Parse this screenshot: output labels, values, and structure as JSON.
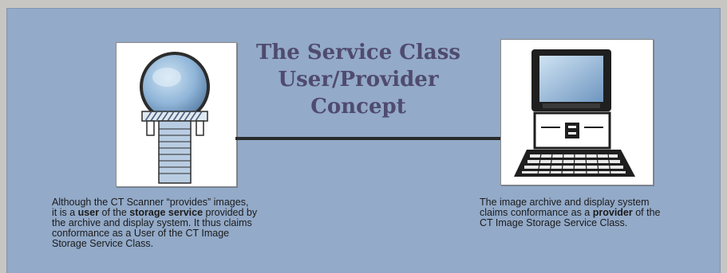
{
  "title": {
    "line1": "The Service Class",
    "line2": "User/Provider",
    "line3": "Concept"
  },
  "icons": {
    "scanner": "ct-scanner-icon",
    "computer": "desktop-computer-icon"
  },
  "colors": {
    "background": "#93aac8",
    "title": "#4f4b6f",
    "connector": "#2a2a2a"
  },
  "captions": {
    "scanner": {
      "l1": "Although the CT Scanner “provides” images,",
      "l2a": "it is a ",
      "l2b": "user",
      "l2c": " of the ",
      "l2d": "storage service",
      "l2e": " provided by",
      "l3": "the archive and display system. It  thus claims",
      "l4": "conformance as a User of the CT Image",
      "l5": "Storage Service Class."
    },
    "archive": {
      "l1": "The image archive and display system",
      "l2a": "claims conformance as a ",
      "l2b": "provider",
      "l2c": " of the",
      "l3": "CT Image Storage Service Class."
    }
  }
}
